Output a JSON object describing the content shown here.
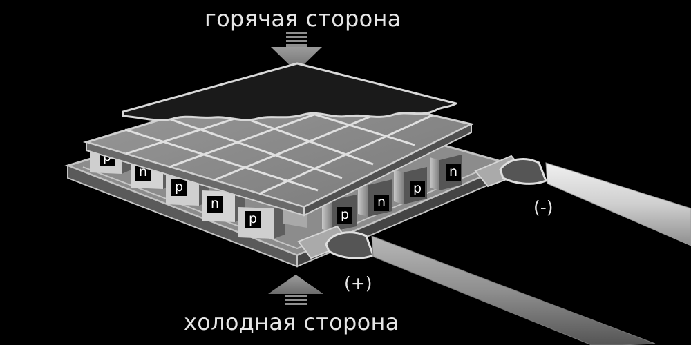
{
  "labels": {
    "hot_side": "горячая сторона",
    "cold_side": "холодная сторона",
    "minus": "(-)",
    "plus": "(+)"
  },
  "semiconductors": {
    "p": "p",
    "n": "n"
  },
  "colors": {
    "background": "#000000",
    "text": "#e6e6e6",
    "arrow": "#8f8f8f",
    "plate": "#8a8a8a",
    "plate_edge": "#bdbdbd",
    "hot_plate": "#1c1c1c",
    "wire_minus": "#cfcfcf",
    "wire_plus": "#9a9a9a"
  }
}
